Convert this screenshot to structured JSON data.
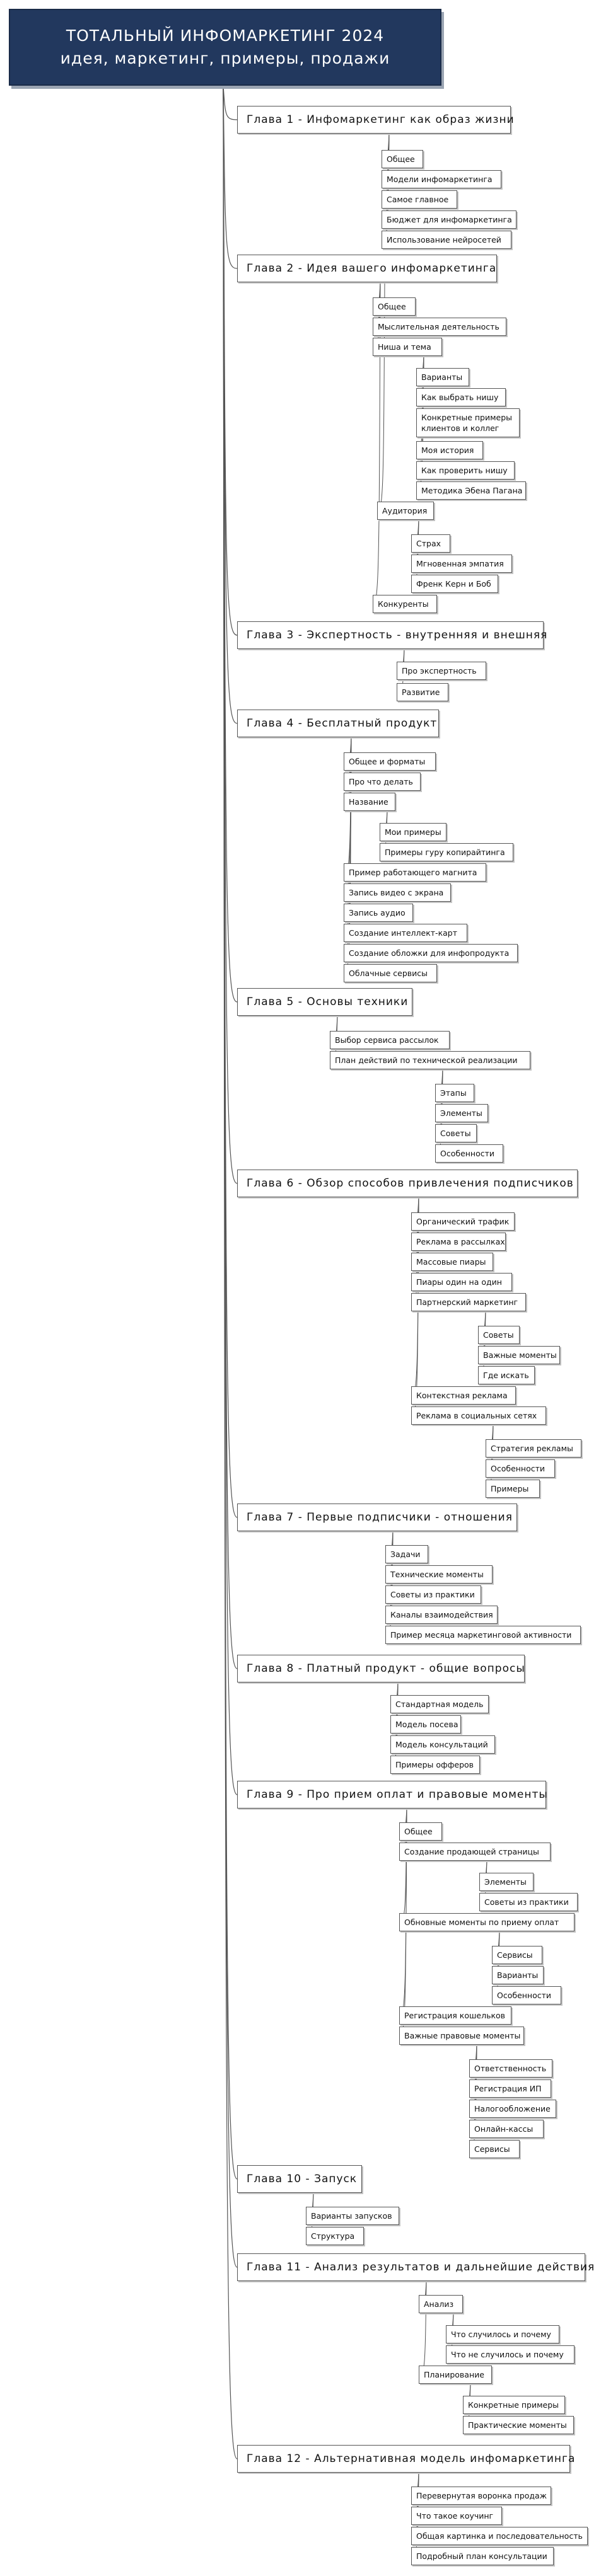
{
  "title": {
    "line1": "ТОТАЛЬНЫЙ ИНФОМАРКЕТИНГ 2024",
    "line2": "идея, маркетинг, примеры, продажи"
  },
  "chapters": [
    {
      "label": "Глава 1 - Инфомаркетинг как образ жизни",
      "items": [
        {
          "label": "Общее"
        },
        {
          "label": "Модели инфомаркетинга"
        },
        {
          "label": "Самое главное"
        },
        {
          "label": "Бюджет для инфомаркетинга"
        },
        {
          "label": "Использование нейросетей"
        }
      ]
    },
    {
      "label": "Глава 2 - Идея вашего инфомаркетинга",
      "items": [
        {
          "label": "Общее"
        },
        {
          "label": "Мыслительная деятельность"
        },
        {
          "label": "Ниша и тема",
          "children": [
            {
              "label": "Варианты"
            },
            {
              "label": "Как выбрать нишу"
            },
            {
              "label": "Конкретные примеры клиентов и коллег"
            },
            {
              "label": "Моя история"
            },
            {
              "label": "Как проверить нишу"
            },
            {
              "label": "Методика Эбена Пагана"
            }
          ]
        },
        {
          "label": "Аудитория",
          "children": [
            {
              "label": "Страх"
            },
            {
              "label": "Мгновенная эмпатия"
            },
            {
              "label": "Френк Керн и Боб"
            }
          ]
        },
        {
          "label": "Конкуренты"
        }
      ]
    },
    {
      "label": "Глава 3 - Экспертность - внутренняя и внешняя",
      "items": [
        {
          "label": "Про экспертность"
        },
        {
          "label": "Развитие"
        }
      ]
    },
    {
      "label": "Глава 4 - Бесплатный продукт",
      "items": [
        {
          "label": "Общее и форматы"
        },
        {
          "label": "Про что делать"
        },
        {
          "label": "Название",
          "children": [
            {
              "label": "Мои примеры"
            },
            {
              "label": "Примеры гуру копирайтинга"
            }
          ]
        },
        {
          "label": "Пример работающего магнита"
        },
        {
          "label": "Запись видео с экрана"
        },
        {
          "label": "Запись аудио"
        },
        {
          "label": "Создание интеллект-карт"
        },
        {
          "label": "Создание обложки для инфопродукта"
        },
        {
          "label": "Облачные сервисы"
        }
      ]
    },
    {
      "label": "Глава 5 - Основы техники",
      "items": [
        {
          "label": "Выбор сервиса рассылок"
        },
        {
          "label": "План действий по технической реализации",
          "children": [
            {
              "label": "Этапы"
            },
            {
              "label": "Элементы"
            },
            {
              "label": "Советы"
            },
            {
              "label": "Особенности"
            }
          ]
        }
      ]
    },
    {
      "label": "Глава 6 - Обзор способов привлечения подписчиков",
      "items": [
        {
          "label": "Органический трафик"
        },
        {
          "label": "Реклама в рассылках"
        },
        {
          "label": "Массовые пиары"
        },
        {
          "label": "Пиары один на один"
        },
        {
          "label": "Партнерский маркетинг",
          "children": [
            {
              "label": "Советы"
            },
            {
              "label": "Важные моменты"
            },
            {
              "label": "Где искать"
            }
          ]
        },
        {
          "label": "Контекстная реклама"
        },
        {
          "label": "Реклама в социальных сетях",
          "children": [
            {
              "label": "Стратегия рекламы"
            },
            {
              "label": "Особенности"
            },
            {
              "label": "Примеры"
            }
          ]
        }
      ]
    },
    {
      "label": "Глава 7 - Первые подписчики - отношения",
      "items": [
        {
          "label": "Задачи"
        },
        {
          "label": "Технические моменты"
        },
        {
          "label": "Советы из практики"
        },
        {
          "label": "Каналы взаимодействия"
        },
        {
          "label": "Пример месяца маркетинговой активности"
        }
      ]
    },
    {
      "label": "Глава 8 - Платный продукт - общие вопросы",
      "items": [
        {
          "label": "Стандартная модель"
        },
        {
          "label": "Модель посева"
        },
        {
          "label": "Модель консультаций"
        },
        {
          "label": "Примеры офферов"
        }
      ]
    },
    {
      "label": "Глава 9 - Про прием оплат и правовые моменты",
      "items": [
        {
          "label": "Общее"
        },
        {
          "label": "Создание продающей страницы",
          "children": [
            {
              "label": "Элементы"
            },
            {
              "label": "Советы из практики"
            }
          ]
        },
        {
          "label": "Обновные моменты по приему оплат",
          "children": [
            {
              "label": "Сервисы"
            },
            {
              "label": "Варианты"
            },
            {
              "label": "Особенности"
            }
          ]
        },
        {
          "label": "Регистрация кошельков"
        },
        {
          "label": "Важные правовые моменты",
          "children": [
            {
              "label": "Ответственность"
            },
            {
              "label": "Регистрация ИП"
            },
            {
              "label": "Налогообложение"
            },
            {
              "label": "Онлайн-кассы"
            },
            {
              "label": "Сервисы"
            }
          ]
        }
      ]
    },
    {
      "label": "Глава 10 - Запуск",
      "items": [
        {
          "label": "Варианты запусков"
        },
        {
          "label": "Структура"
        }
      ]
    },
    {
      "label": "Глава 11 - Анализ результатов и дальнейшие действия",
      "items": [
        {
          "label": "Анализ",
          "children": [
            {
              "label": "Что случилось и почему"
            },
            {
              "label": "Что не случилось и почему"
            }
          ]
        },
        {
          "label": "Планирование",
          "children": [
            {
              "label": "Конкретные примеры"
            },
            {
              "label": "Практические моменты"
            }
          ]
        }
      ]
    },
    {
      "label": "Глава 12 - Альтернативная модель инфомаркетинга",
      "items": [
        {
          "label": "Перевернутая воронка продаж"
        },
        {
          "label": "Что такое коучинг"
        },
        {
          "label": "Общая картинка и последовательность"
        },
        {
          "label": "Подробный план консультации"
        }
      ]
    }
  ]
}
